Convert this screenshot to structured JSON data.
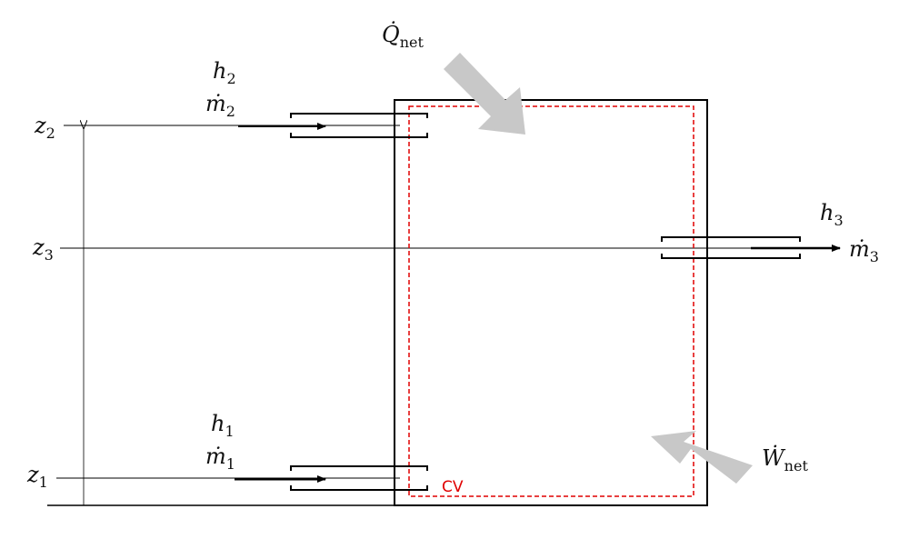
{
  "labels": {
    "z1": {
      "main": "z",
      "sub": "1"
    },
    "z2": {
      "main": "z",
      "sub": "2"
    },
    "z3": {
      "main": "z",
      "sub": "3"
    },
    "h1": {
      "main": "h",
      "sub": "1"
    },
    "h2": {
      "main": "h",
      "sub": "2"
    },
    "h3": {
      "main": "h",
      "sub": "3"
    },
    "m1": {
      "main": "ṁ",
      "sub": "1"
    },
    "m2": {
      "main": "ṁ",
      "sub": "2"
    },
    "m3": {
      "main": "ṁ",
      "sub": "3"
    },
    "q_net": {
      "main": "Q̇",
      "sub": "net"
    },
    "w_net": {
      "main": "Ẇ",
      "sub": "net"
    },
    "cv": "CV"
  },
  "colors": {
    "control_volume": "#e00000",
    "heat_work_arrows": "#c8c8c8",
    "lines": "#000000"
  }
}
